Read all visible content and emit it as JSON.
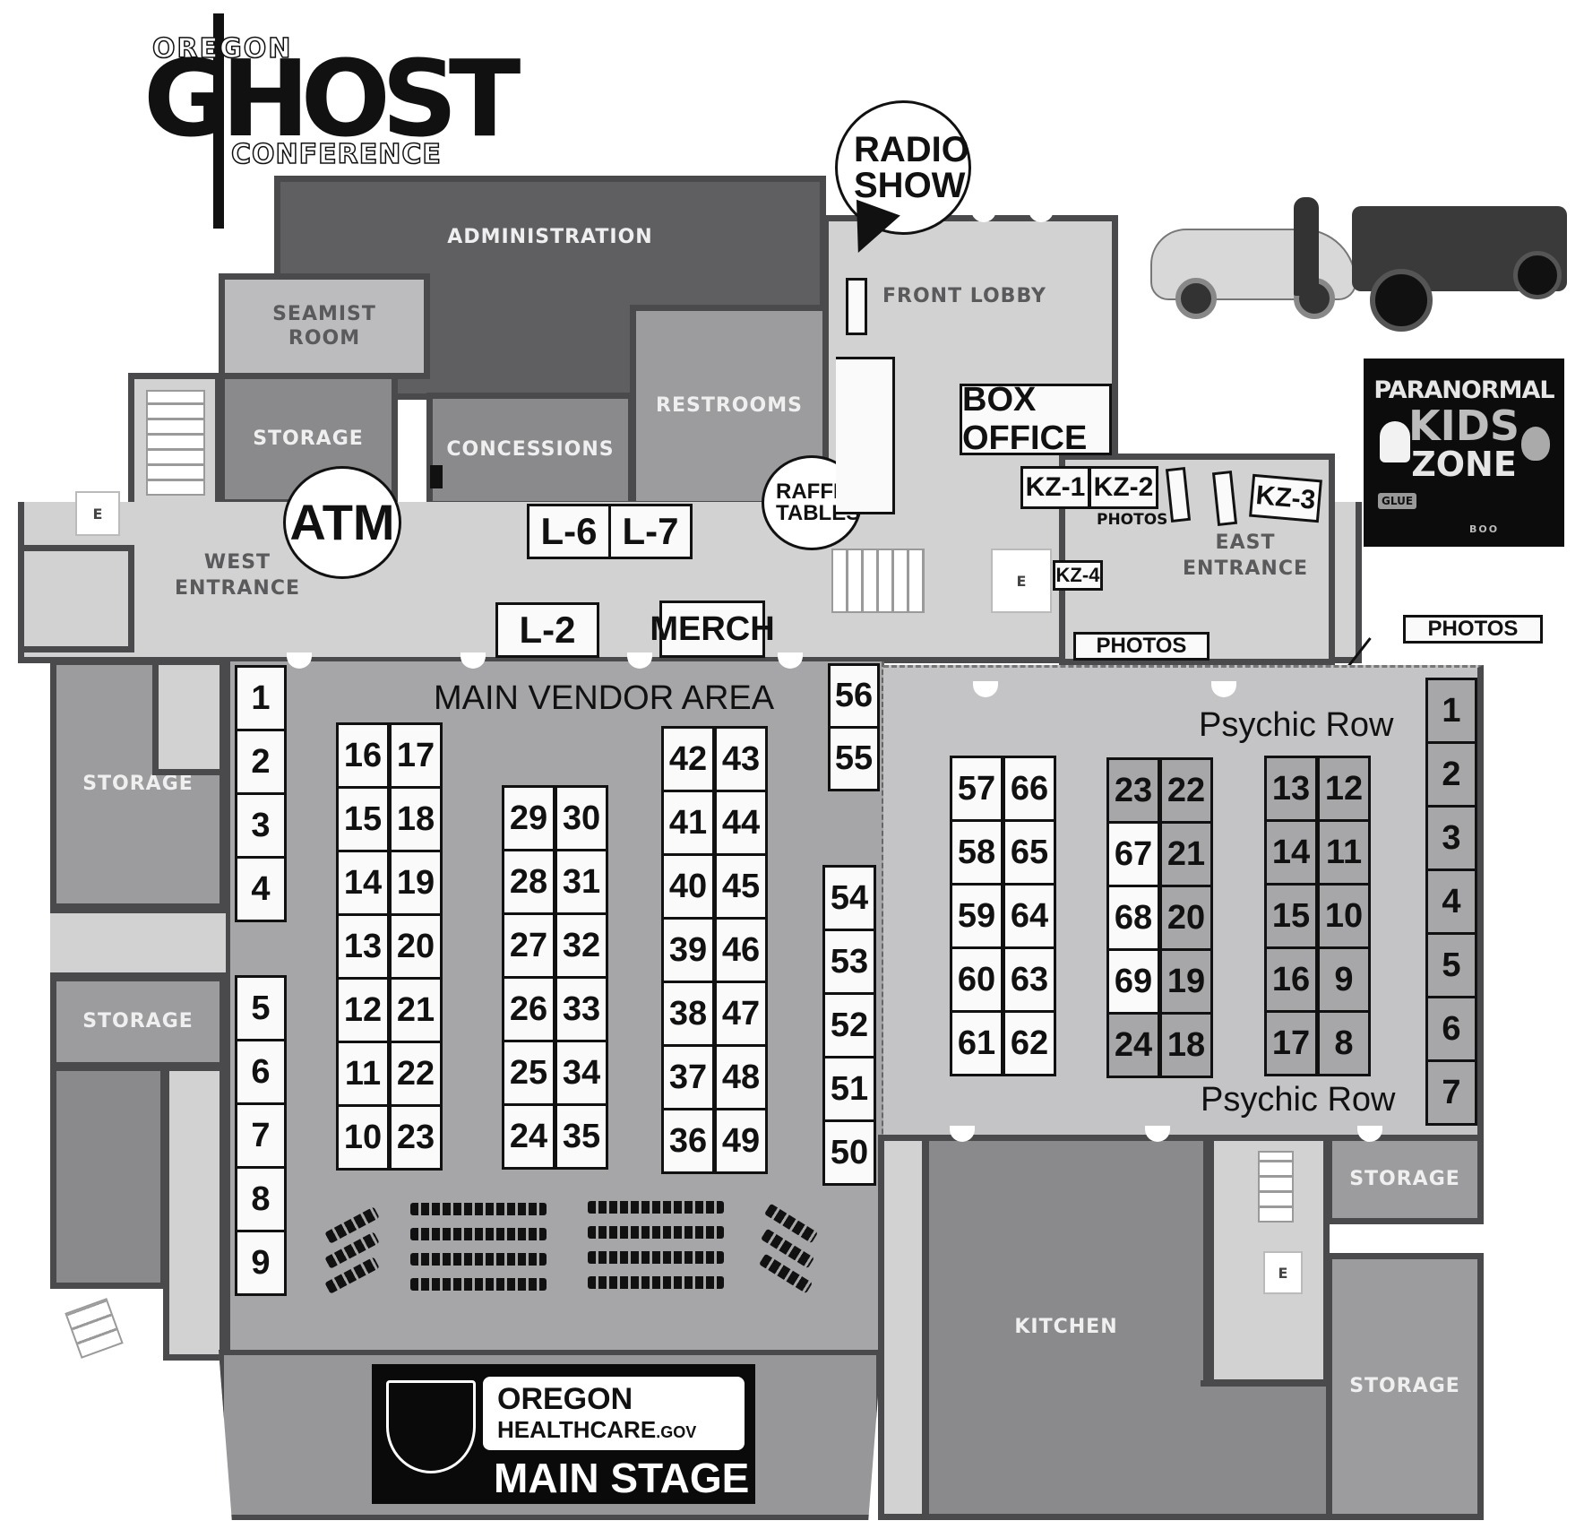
{
  "logo": {
    "top": "OREGON",
    "main": "GHOST",
    "bottom": "CONFERENCE"
  },
  "rooms": {
    "administration": "ADMINISTRATION",
    "seamist_room": "SEAMIST ROOM",
    "storage_nw": "STORAGE",
    "concessions": "CONCESSIONS",
    "restrooms": "RESTROOMS",
    "front_lobby": "FRONT LOBBY",
    "west_entrance": "WEST ENTRANCE",
    "east_entrance": "EAST ENTRANCE",
    "storage_west_upper": "STORAGE",
    "storage_west_lower": "STORAGE",
    "main_vendor_area": "MAIN VENDOR AREA",
    "kitchen": "KITCHEN",
    "storage_se_upper": "STORAGE",
    "storage_se_lower": "STORAGE",
    "elevator": "E"
  },
  "callouts": {
    "radio_show": "RADIO SHOW",
    "atm": "ATM",
    "raffle_tables": "RAFFLE TABLES",
    "box_office": "BOX OFFICE",
    "merch": "MERCH",
    "photos_lobby": "PHOTOS",
    "photos_east": "PHOTOS",
    "photos_kz_small": "PHOTOS",
    "psychic_row_top": "Psychic Row",
    "psychic_row_bottom": "Psychic Row"
  },
  "lobby_tables": [
    "L-6",
    "L-7",
    "L-2"
  ],
  "kids_zone_tables": [
    "KZ-1",
    "KZ-2",
    "KZ-3",
    "KZ-4"
  ],
  "kids_zone_sign": {
    "line1": "PARANORMAL",
    "line2": "KIDS",
    "line3": "ZONE",
    "glue": "GLUE",
    "boo": "BOO"
  },
  "vendor_booths": {
    "west_wall": [
      "1",
      "2",
      "3",
      "4",
      "5",
      "6",
      "7",
      "8",
      "9"
    ],
    "col_a_left": [
      "16",
      "15",
      "14",
      "13",
      "12",
      "11",
      "10"
    ],
    "col_a_right": [
      "17",
      "18",
      "19",
      "20",
      "21",
      "22",
      "23"
    ],
    "col_b_left": [
      "29",
      "28",
      "27",
      "26",
      "25",
      "24"
    ],
    "col_b_right": [
      "30",
      "31",
      "32",
      "33",
      "34",
      "35"
    ],
    "col_c_left": [
      "42",
      "41",
      "40",
      "39",
      "38",
      "37",
      "36"
    ],
    "col_c_right": [
      "43",
      "44",
      "45",
      "46",
      "47",
      "48",
      "49"
    ],
    "east_wall_top": [
      "56",
      "55"
    ],
    "east_wall": [
      "54",
      "53",
      "52",
      "51",
      "50"
    ]
  },
  "east_hall_booths": {
    "col_d_left": [
      "57",
      "58",
      "59",
      "60",
      "61"
    ],
    "col_d_right": [
      "66",
      "65",
      "64",
      "63",
      "62"
    ],
    "col_e_left": [
      "23",
      "67",
      "68",
      "69",
      "24"
    ],
    "col_e_right": [
      "22",
      "21",
      "20",
      "19",
      "18"
    ],
    "col_f_left": [
      "13",
      "14",
      "15",
      "16",
      "17"
    ],
    "col_f_right": [
      "12",
      "11",
      "10",
      "9",
      "8"
    ],
    "east_wall": [
      "1",
      "2",
      "3",
      "4",
      "5",
      "6",
      "7"
    ]
  },
  "stage": {
    "sponsor_line1": "OREGON",
    "sponsor_line2": "HEALTHCARE",
    "sponsor_suffix": ".GOV",
    "title": "MAIN STAGE"
  },
  "colors": {
    "dark_room": "#5f5f62",
    "mid_room": "#8a8a8d",
    "hall": "#d2d2d3",
    "vendor_floor": "#a6a6a9",
    "psychic_booth": "#a7a7a9",
    "booth": "#fafafa",
    "wall": "#4a4a4c"
  }
}
